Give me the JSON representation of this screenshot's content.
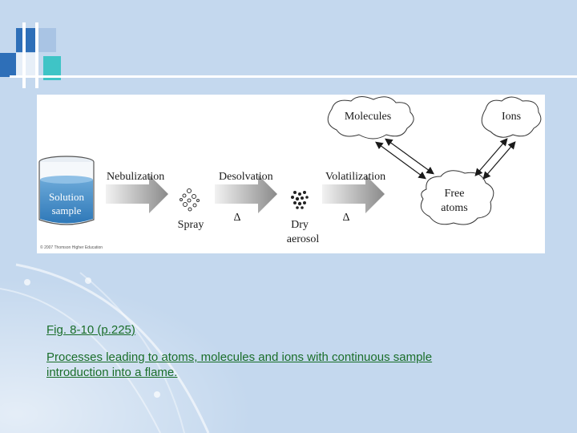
{
  "figure": {
    "beaker": {
      "line1": "Solution",
      "line2": "sample"
    },
    "steps": {
      "nebulization": "Nebulization",
      "desolvation": "Desolvation",
      "volatilization": "Volatilization"
    },
    "stages": {
      "spray": "Spray",
      "dry_line1": "Dry",
      "dry_line2": "aerosol",
      "delta1": "Δ",
      "delta2": "Δ"
    },
    "clouds": {
      "molecules": "Molecules",
      "ions": "Ions",
      "free_line1": "Free",
      "free_line2": "atoms"
    },
    "copyright": "© 2007 Thomson Higher Education"
  },
  "caption": {
    "fig_ref": "Fig. 8-10 (p.225)",
    "line1": "Processes leading to atoms, molecules and ions with continuous sample",
    "line2": "introduction into a flame."
  },
  "colors": {
    "background": "#c4d8ee",
    "accent_blue": "#2e6fb8",
    "accent_teal": "#3fc4c6",
    "caption_green": "#1a6e2a"
  }
}
